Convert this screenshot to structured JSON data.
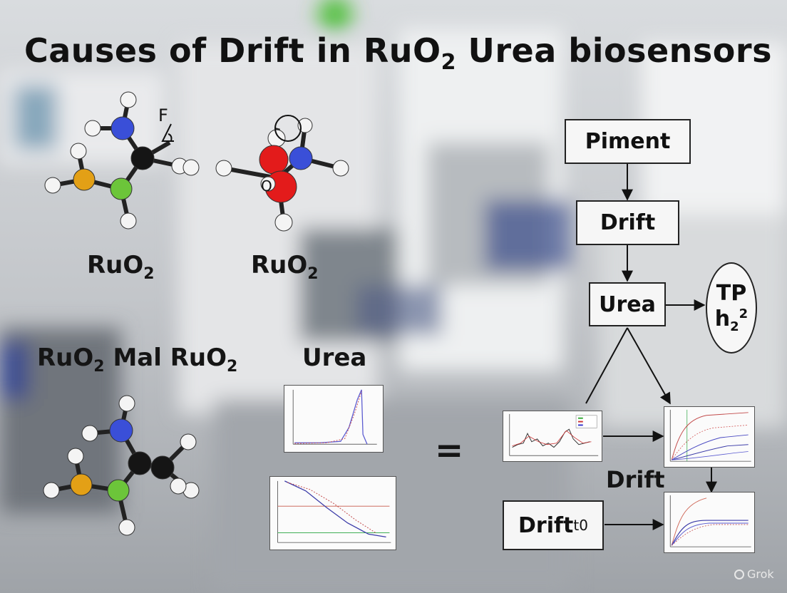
{
  "title": {
    "main": "Causes of Drift in RuO",
    "sub": "2",
    "rest": " Urea biosensors"
  },
  "labels": {
    "ruo2_left": {
      "main": "RuO",
      "sub": "2"
    },
    "ruo2_mid": {
      "main": "RuO",
      "sub": "2"
    },
    "ruo2_mal": {
      "a": "RuO",
      "a_sub": "2",
      "b": " Mal RuO",
      "b_sub": "2"
    },
    "urea": "Urea",
    "equals": "=",
    "drift_mid": "Drift",
    "f_mark": "F",
    "o_mark": "O"
  },
  "flow": {
    "piment": "Piment",
    "drift_top": "Drift",
    "urea_box": "Urea",
    "oval_line1": "TP",
    "oval_line2": "h",
    "oval_sub": "2",
    "oval_sup": "2",
    "drift_bottom": "Drift",
    "drift_bottom_suffix": "t0"
  },
  "watermark": "Grok",
  "colors": {
    "nitrogen": "#3a4fd8",
    "oxygen": "#e31b1b",
    "carbon": "#151515",
    "sulfur_orange": "#e3a016",
    "green": "#6cc53a",
    "hydrogen": "#f2f2f2"
  }
}
